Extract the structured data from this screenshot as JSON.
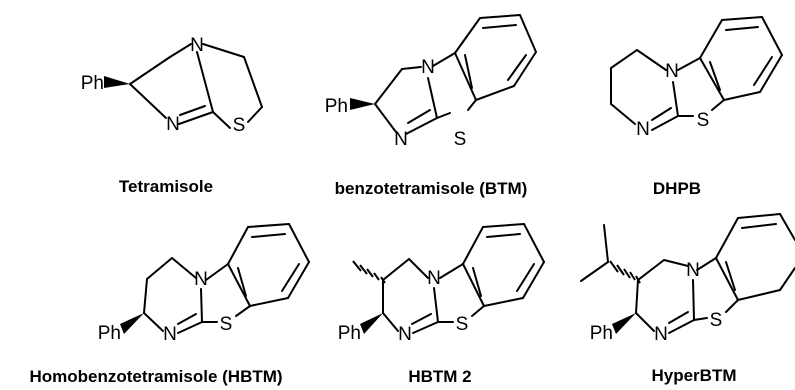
{
  "atoms": {
    "ph": "Ph",
    "n": "N",
    "s": "S"
  },
  "compounds": [
    {
      "id": "tetramisole",
      "caption": "Tetramisole"
    },
    {
      "id": "btm",
      "caption": "benzotetramisole (BTM)"
    },
    {
      "id": "dhpb",
      "caption": "DHPB"
    },
    {
      "id": "hbtm",
      "caption": "Homobenzotetramisole (HBTM)"
    },
    {
      "id": "hbtm2",
      "caption": "HBTM 2"
    },
    {
      "id": "hyperbtm",
      "caption": "HyperBTM"
    }
  ]
}
